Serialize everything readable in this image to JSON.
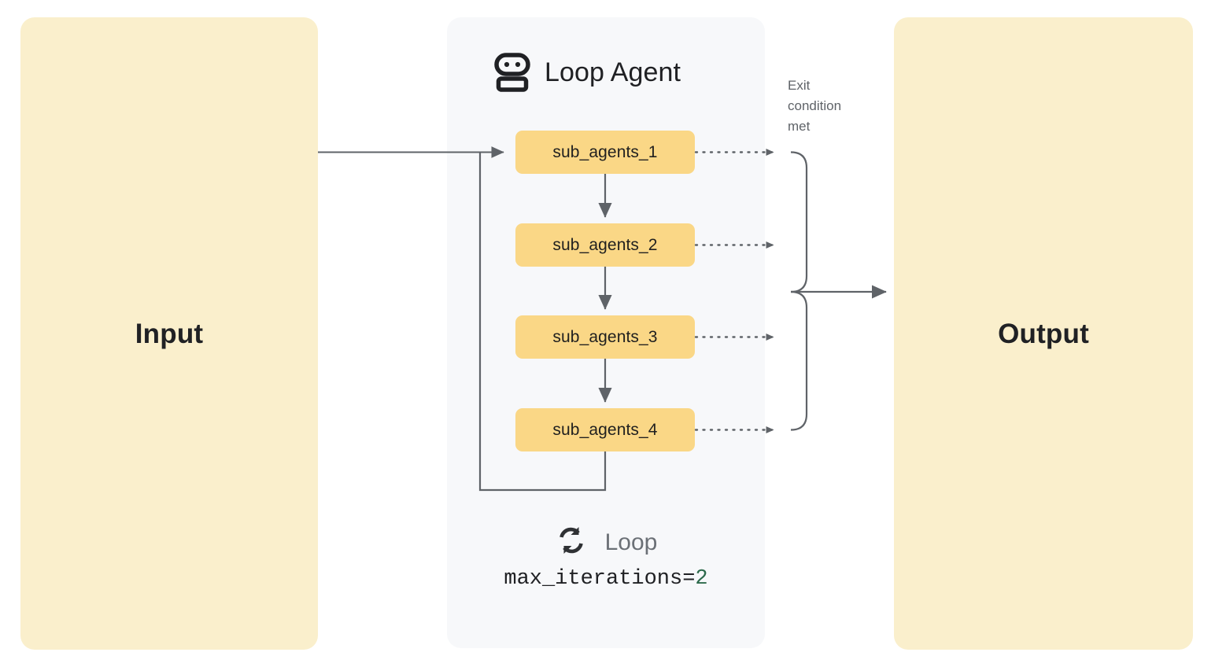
{
  "diagram": {
    "title": "Loop Agent",
    "type": "agent-workflow-diagram"
  },
  "input_panel": {
    "label": "Input",
    "color": "#FAEFCC"
  },
  "output_panel": {
    "label": "Output",
    "color": "#FAEFCC"
  },
  "loop_panel": {
    "header_title": "Loop Agent",
    "header_icon": "robot-icon",
    "background": "#F7F8FA",
    "agents": [
      {
        "label": "sub_agents_1"
      },
      {
        "label": "sub_agents_2"
      },
      {
        "label": "sub_agents_3"
      },
      {
        "label": "sub_agents_4"
      }
    ],
    "agent_color": "#FAD786",
    "footer": {
      "icon": "loop-refresh-icon",
      "label": "Loop",
      "param_name": "max_iterations=",
      "param_value": "2",
      "param_value_color": "#2d6a4c"
    }
  },
  "annotations": {
    "exit_condition": "Exit\ncondition\nmet",
    "exit_condition_line1": "Exit",
    "exit_condition_line2": "condition",
    "exit_condition_line3": "met"
  },
  "connectors": {
    "stroke": "#5f6368",
    "input_to_first": "solid-arrow",
    "agent_chain": "solid-arrow-down",
    "agent_to_bus": "dotted-arrow",
    "bus_to_output": "solid-arrow",
    "loopback": "solid-line"
  }
}
